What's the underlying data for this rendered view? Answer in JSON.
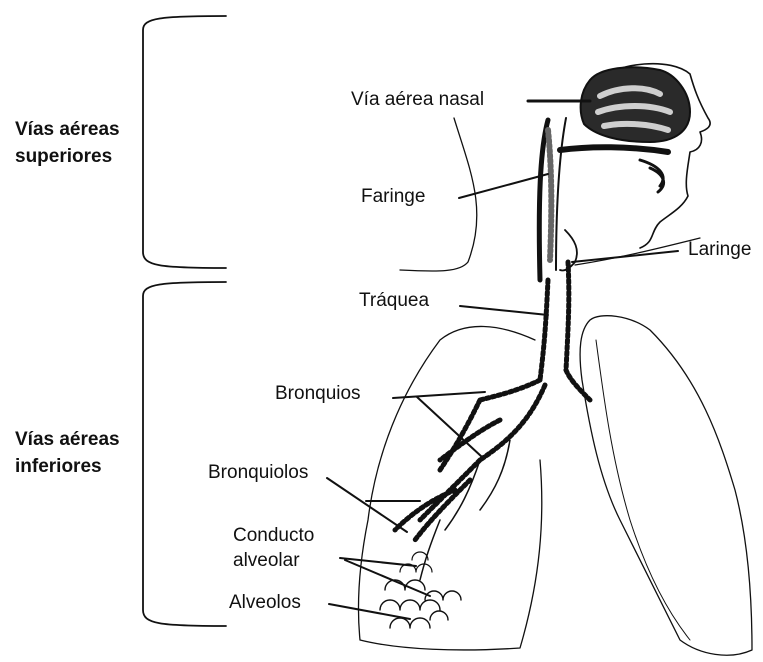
{
  "groups": {
    "upper": {
      "line1": "Vías aéreas",
      "line2": "superiores"
    },
    "lower": {
      "line1": "Vías aéreas",
      "line2": "inferiores"
    }
  },
  "labels": {
    "nasal": "Vía aérea nasal",
    "faringe": "Faringe",
    "laringe": "Laringe",
    "traquea": "Tráquea",
    "bronquios": "Bronquios",
    "bronquiolos": "Bronquiolos",
    "conducto_line1": "Conducto",
    "conducto_line2": "alveolar",
    "alveolos": "Alveolos"
  }
}
